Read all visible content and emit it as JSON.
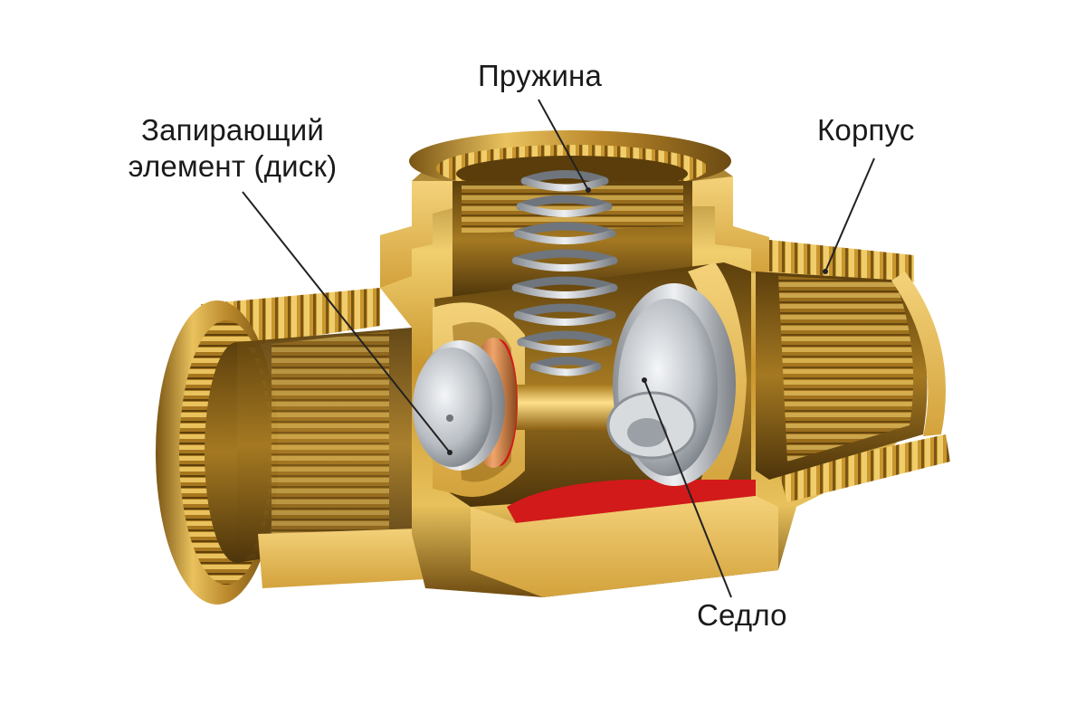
{
  "diagram": {
    "labels": {
      "spring": "Пружина",
      "disc_line1": "Запирающий",
      "disc_line2": "элемент (диск)",
      "body": "Корпус",
      "seat": "Седло"
    },
    "colors": {
      "brass_light": "#f3d37a",
      "brass_mid": "#c9962e",
      "brass_dark": "#7a5514",
      "cut_face": "#e2b449",
      "steel_light": "#e9ecef",
      "steel_dark": "#7d8288",
      "gasket_red": "#d21a1a",
      "copper": "#c8733a",
      "leader_line": "#222222"
    }
  }
}
